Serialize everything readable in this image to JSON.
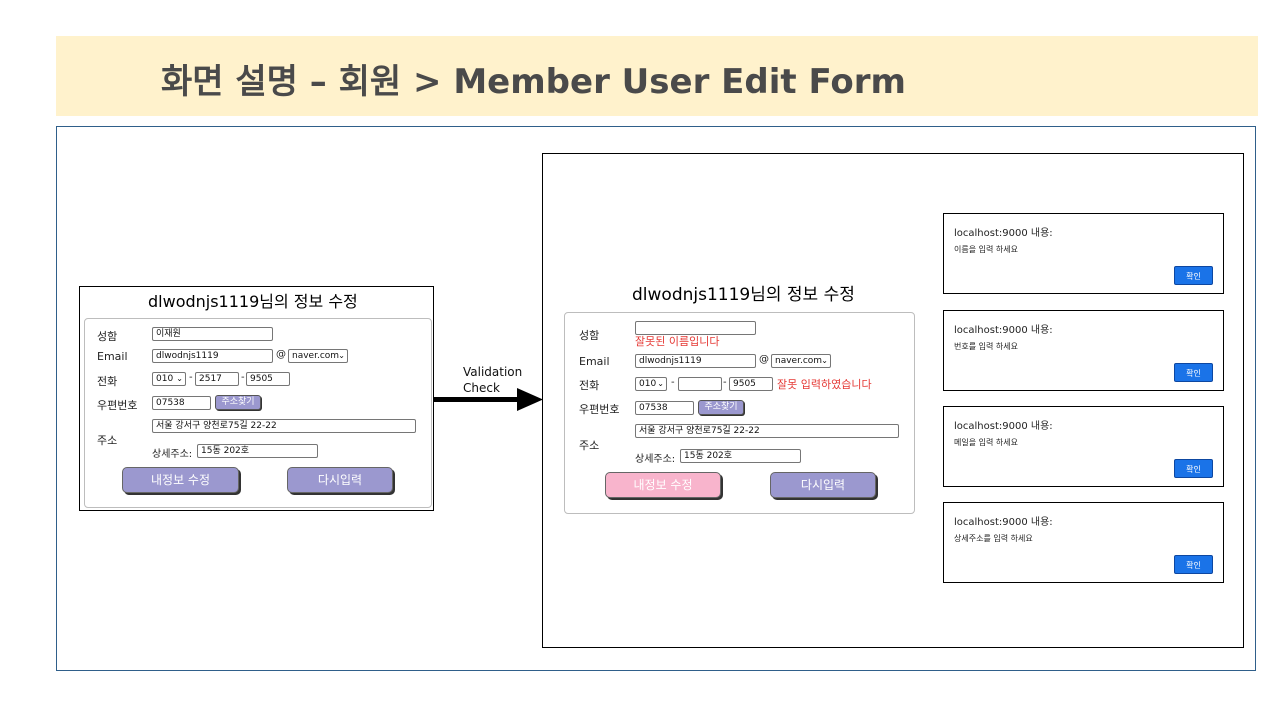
{
  "header": {
    "title": "화면 설명 – 회원 > Member User Edit Form"
  },
  "before_form": {
    "title": "dlwodnjs1119님의 정보 수정",
    "labels": {
      "name": "성함",
      "email": "Email",
      "phone": "전화",
      "zip": "우편번호",
      "address": "주소",
      "detail_address": "상세주소:"
    },
    "name_value": "이재원",
    "email_id": "dlwodnjs1119",
    "email_at": "@",
    "email_domain": "naver.com",
    "phone1": "010",
    "phone_dash": "-",
    "phone2": "2517",
    "phone3": "9505",
    "zip_value": "07538",
    "zip_button": "주소찾기",
    "address_value": "서울 강서구 양천로75길 22-22",
    "detail_value": "15동 202호",
    "submit_button": "내정보 수정",
    "reset_button": "다시입력"
  },
  "arrow": {
    "label_line1": "Validation",
    "label_line2": "Check"
  },
  "after_form": {
    "title": "dlwodnjs1119님의 정보 수정",
    "labels": {
      "name": "성함",
      "email": "Email",
      "phone": "전화",
      "zip": "우편번호",
      "address": "주소",
      "detail_address": "상세주소:"
    },
    "name_value": "",
    "name_error": "잘못된 이름입니다",
    "email_id": "dlwodnjs1119",
    "email_at": "@",
    "email_domain": "naver.com",
    "phone1": "010",
    "phone_dash": "-",
    "phone2": "",
    "phone3": "9505",
    "phone_error": "잘못 입력하였습니다",
    "zip_value": "07538",
    "zip_button": "주소찾기",
    "address_value": "서울 강서구 양천로75길 22-22",
    "detail_value": "15동 202호",
    "submit_button": "내정보 수정",
    "reset_button": "다시입력"
  },
  "dialogs": [
    {
      "title": "localhost:9000 내용:",
      "message": "이름을 입력 하세요",
      "ok": "확인"
    },
    {
      "title": "localhost:9000 내용:",
      "message": "번호를 입력 하세요",
      "ok": "확인"
    },
    {
      "title": "localhost:9000 내용:",
      "message": "메일을 입력 하세요",
      "ok": "확인"
    },
    {
      "title": "localhost:9000 내용:",
      "message": "상세주소를 입력 하세요",
      "ok": "확인"
    }
  ],
  "colors": {
    "banner_bg": "#fff2cc",
    "button_purple": "#9b98cf",
    "button_pink": "#f8b4cc",
    "error_red": "#e53935",
    "dialog_blue": "#1a73e8"
  }
}
